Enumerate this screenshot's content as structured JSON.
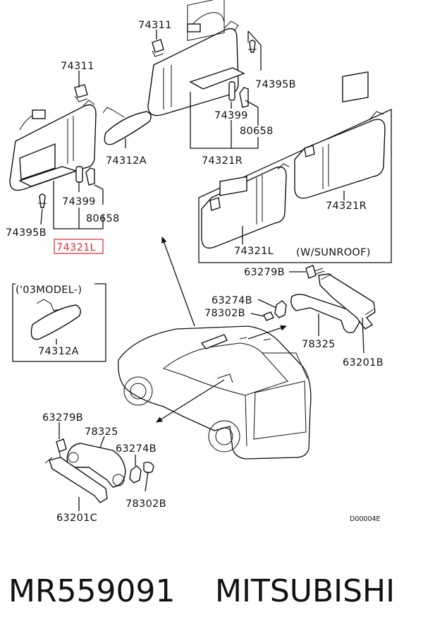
{
  "diagram": {
    "labels": {
      "visor_right_clip": "74311",
      "visor_left_clip": "74311",
      "screw_right": "74395B",
      "screw_left": "74395B",
      "mirror_upper": "74312A",
      "mirror_03": "74312A",
      "holder_right": "74399",
      "holder_left": "74399",
      "cover_right": "80658",
      "cover_left": "80658",
      "visor_r_a": "74321R",
      "visor_r_b": "74321R",
      "visor_l_sun": "74321L",
      "visor_l_highlight": "74321L",
      "sunroof_note": "(W/SUNROOF)",
      "model_note": "('03MODEL-)",
      "bolt_upper": "63279B",
      "cap_upper": "63274B",
      "plug_upper": "78302B",
      "grip_upper": "78325",
      "bracket_upper": "63201B",
      "bolt_lower": "63279B",
      "grip_lower": "78325",
      "cap_lower": "63274B",
      "plug_lower": "78302B",
      "bracket_lower": "63201C",
      "diagram_code": "D00004E"
    },
    "colors": {
      "highlight": "#e0323a",
      "line": "#111111"
    }
  },
  "footer": {
    "part_number": "MR559091",
    "brand": "MITSUBISHI"
  }
}
